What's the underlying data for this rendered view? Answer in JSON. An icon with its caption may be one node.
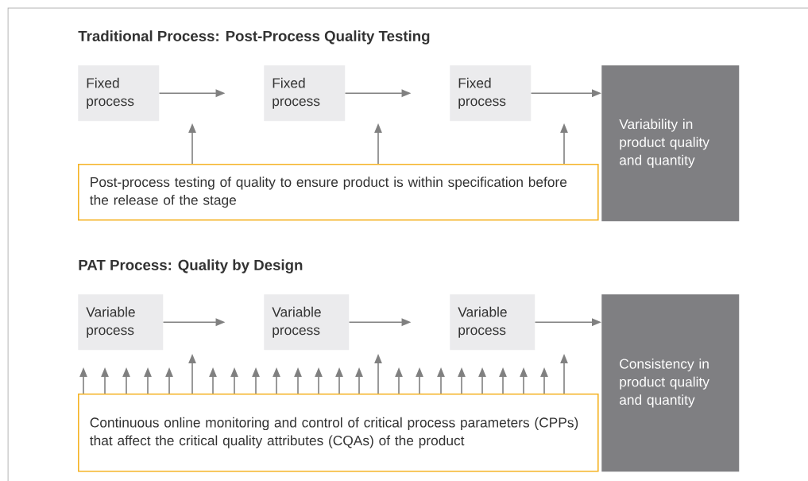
{
  "diagram": {
    "nodes": [
      {
        "text": [
          "Fixed process"
        ]
      },
      {
        "text": [
          "Fixed process"
        ]
      },
      {
        "text": [
          "Fixed process"
        ]
      },
      {
        "text": [
          "Variability in product quality and quantity"
        ]
      },
      {
        "text": [
          "Post-process testing of quality to ensure product is within specification before the release of the stage"
        ]
      },
      {
        "text": [
          "Variable process"
        ]
      },
      {
        "text": [
          "Variable process"
        ]
      },
      {
        "text": [
          "Variable process"
        ]
      },
      {
        "text": [
          "Consistency in product quality and quantity"
        ]
      },
      {
        "text": [
          "Continuous online monitoring and control of critical process parameters (CPPs) that affect the critical quality attributes (CQAs) of the product"
        ]
      }
    ],
    "edges": [
      {
        "from": 0,
        "to": null,
        "arrow": "to"
      },
      {
        "from": 1,
        "to": null,
        "arrow": "to"
      },
      {
        "from": 2,
        "to": 3,
        "arrow": "to"
      },
      {
        "from": 4,
        "to": null,
        "arrow": "to"
      },
      {
        "from": 4,
        "to": null,
        "arrow": "to"
      },
      {
        "from": 4,
        "to": null,
        "arrow": "to"
      },
      {
        "from": 5,
        "to": null,
        "arrow": "to"
      },
      {
        "from": 6,
        "to": null,
        "arrow": "to"
      },
      {
        "from": 7,
        "to": 8,
        "arrow": "to"
      },
      {
        "from": 9,
        "to": null,
        "arrow": "to"
      },
      {
        "from": 9,
        "to": null,
        "arrow": "to"
      },
      {
        "from": 9,
        "to": null,
        "arrow": "to"
      },
      {
        "from": 9,
        "to": null,
        "arrow": "to"
      },
      {
        "from": 9,
        "to": null,
        "arrow": "to"
      },
      {
        "from": 9,
        "to": null,
        "arrow": "to"
      },
      {
        "from": 9,
        "to": null,
        "arrow": "to"
      },
      {
        "from": 9,
        "to": null,
        "arrow": "to"
      },
      {
        "from": 9,
        "to": null,
        "arrow": "to"
      },
      {
        "from": 9,
        "to": null,
        "arrow": "to"
      },
      {
        "from": 9,
        "to": null,
        "arrow": "to"
      },
      {
        "from": 9,
        "to": null,
        "arrow": "to"
      },
      {
        "from": 9,
        "to": null,
        "arrow": "to"
      },
      {
        "from": 9,
        "to": null,
        "arrow": "to"
      },
      {
        "from": 9,
        "to": null,
        "arrow": "to"
      },
      {
        "from": 9,
        "to": null,
        "arrow": "to"
      },
      {
        "from": 9,
        "to": null,
        "arrow": "to"
      },
      {
        "from": 9,
        "to": null,
        "arrow": "to"
      },
      {
        "from": 9,
        "to": null,
        "arrow": "to"
      },
      {
        "from": 9,
        "to": null,
        "arrow": "to"
      },
      {
        "from": 9,
        "to": null,
        "arrow": "to"
      },
      {
        "from": 9,
        "to": null,
        "arrow": "to"
      },
      {
        "from": 9,
        "to": null,
        "arrow": "to"
      },
      {
        "from": 9,
        "to": null,
        "arrow": "to"
      }
    ],
    "labels": [
      "Traditional Process: Post-Process Quality Testing",
      "PAT Process: Quality by Design"
    ]
  }
}
